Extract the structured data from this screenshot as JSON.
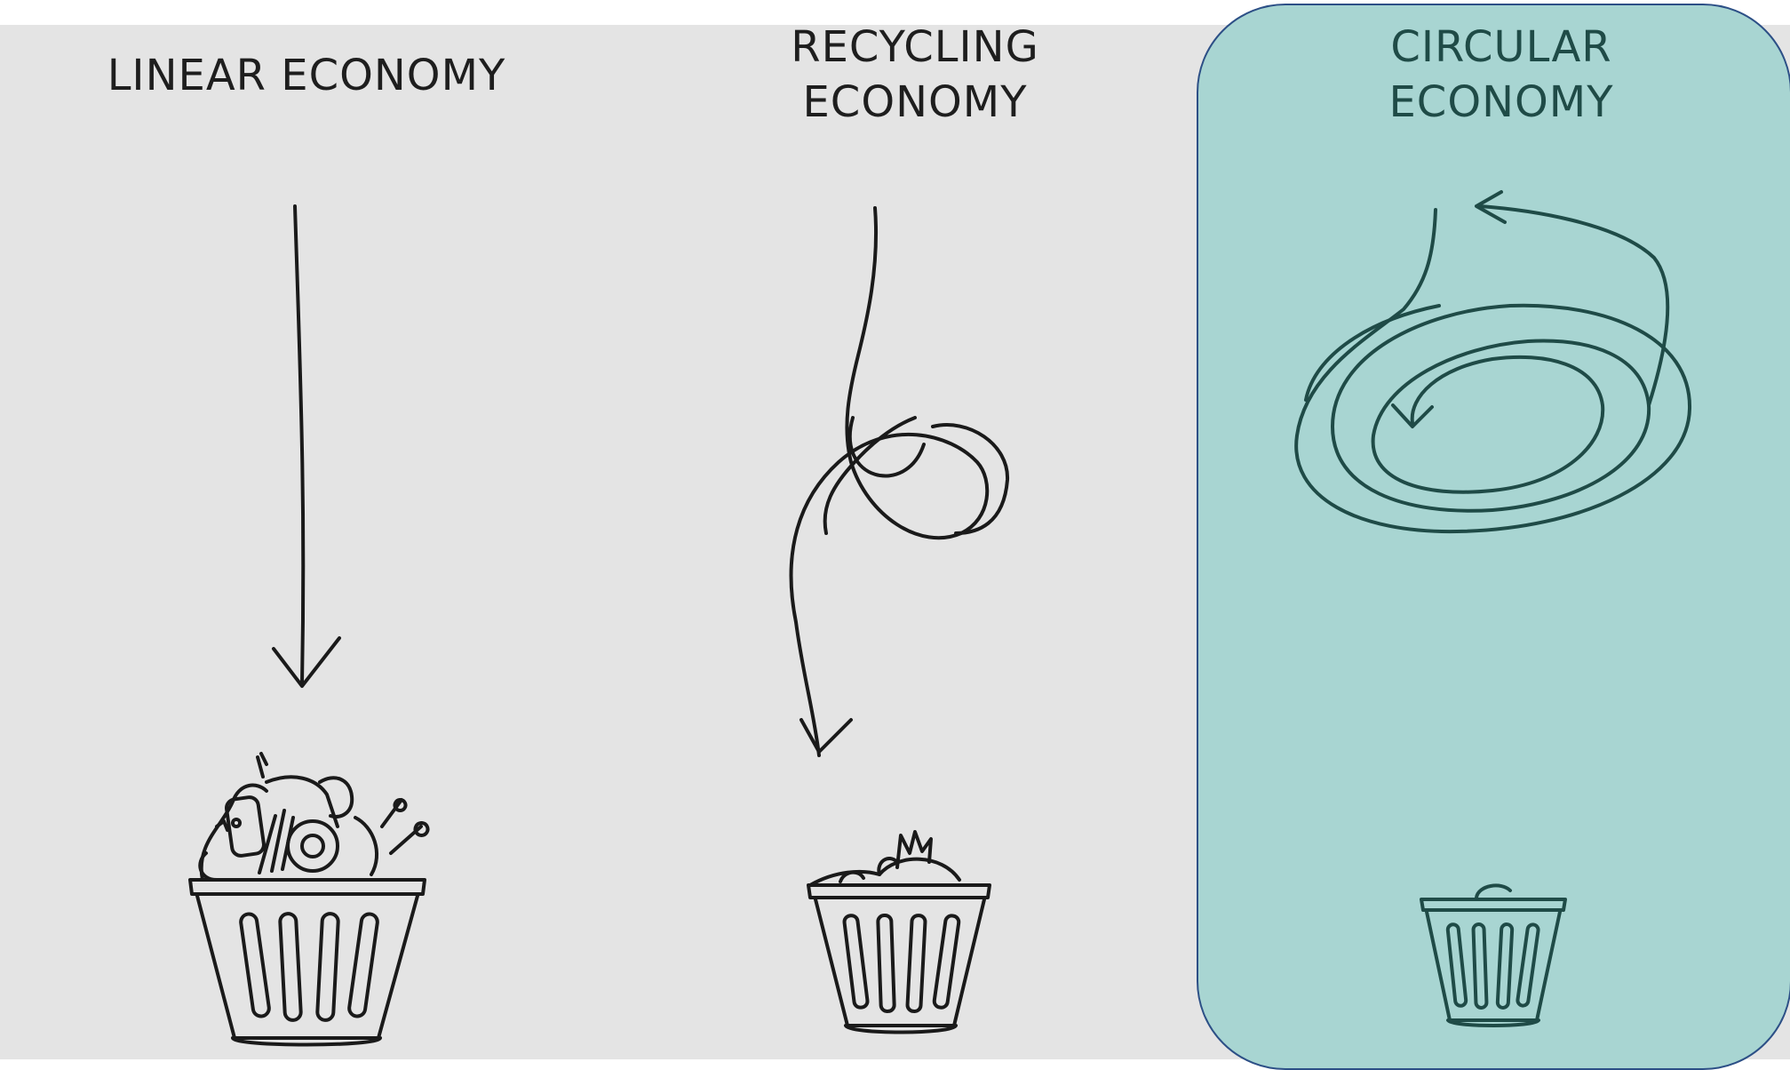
{
  "columns": [
    {
      "id": "linear",
      "title": "LINEAR ECONOMY"
    },
    {
      "id": "recycling",
      "title": "RECYCLING\nECONOMY"
    },
    {
      "id": "circular",
      "title": "CIRCULAR\nECONOMY"
    }
  ],
  "colors": {
    "background": "#e4e4e4",
    "highlight_panel": "#a8d5d2",
    "highlight_border": "#2c4f86",
    "ink": "#1e1e1e",
    "circular_ink": "#1f4b47"
  },
  "icons": [
    "down-arrow-icon",
    "knotted-arrow-icon",
    "spiral-arrow-icon",
    "full-trash-can-icon",
    "half-trash-can-icon",
    "empty-trash-can-icon"
  ]
}
